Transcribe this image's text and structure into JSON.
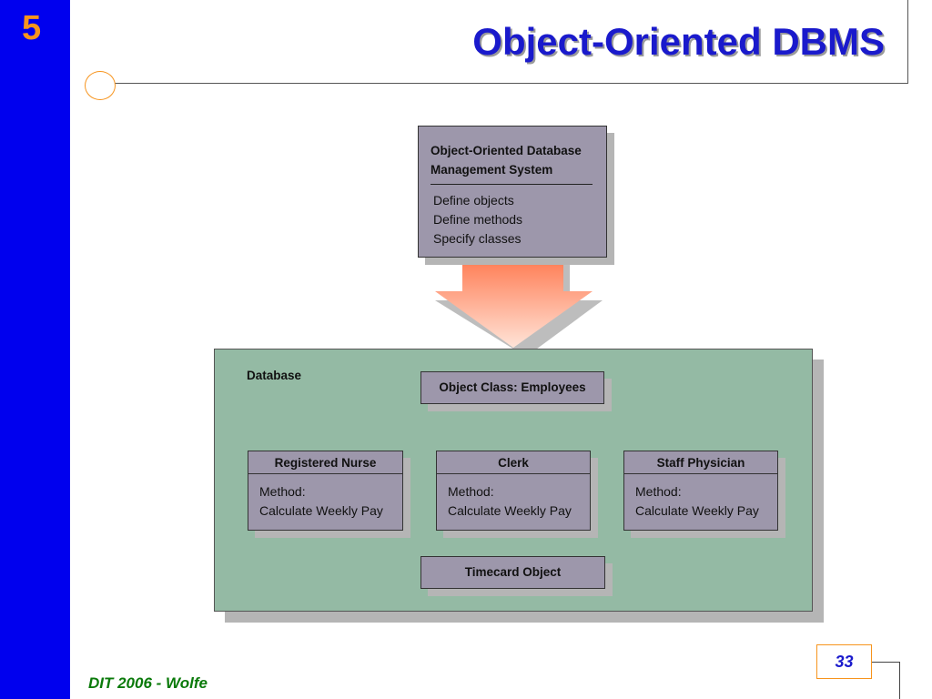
{
  "slide": {
    "chapter_number": "5",
    "title": "Object-Oriented DBMS",
    "footer": "DIT 2006 - Wolfe",
    "page_number": "33"
  },
  "diagram": {
    "dbms_box": {
      "title_line1": "Object-Oriented Database",
      "title_line2": "Management System",
      "items": [
        "Define objects",
        "Define methods",
        "Specify classes"
      ]
    },
    "database": {
      "label": "Database",
      "class_box": "Object Class: Employees",
      "subclasses": [
        {
          "title": "Registered Nurse",
          "method_label": "Method:",
          "method": "Calculate Weekly Pay"
        },
        {
          "title": "Clerk",
          "method_label": "Method:",
          "method": "Calculate Weekly Pay"
        },
        {
          "title": "Staff Physician",
          "method_label": "Method:",
          "method": "Calculate Weekly Pay"
        }
      ],
      "timecard_box": "Timecard Object"
    },
    "colors": {
      "sidebar": "#0000ee",
      "accent_orange": "#f7941d",
      "title_blue": "#1a1acc",
      "box_fill": "#9d97ab",
      "panel_fill": "#94baa4",
      "arrow_top": "#ff7b52",
      "arrow_bottom": "#ffe4d8",
      "footer_green": "#0a7a0a"
    }
  }
}
